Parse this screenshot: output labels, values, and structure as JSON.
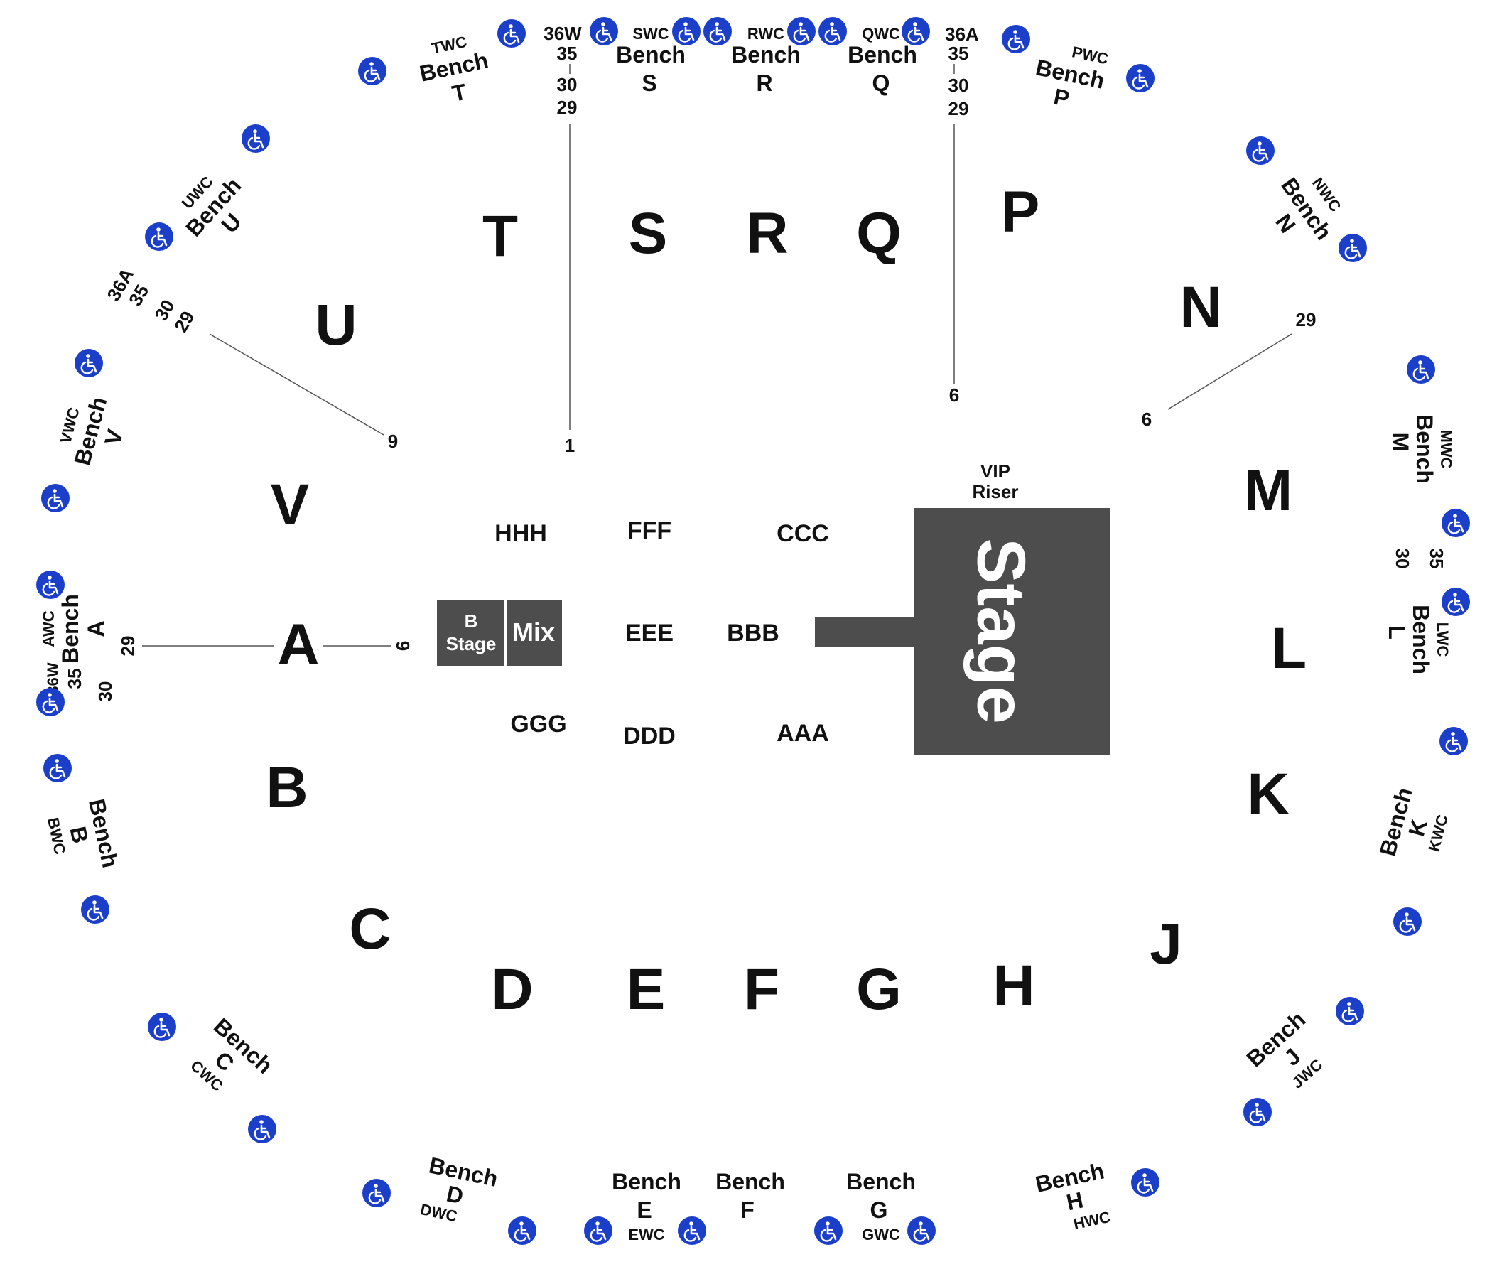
{
  "colors": {
    "stage_fill": "#4d4d4d",
    "wheelchair_blue": "#1b3fc9",
    "text": "#111111",
    "background": "#ffffff"
  },
  "stage": {
    "label": "Stage",
    "vip_line1": "VIP",
    "vip_line2": "Riser"
  },
  "b_stage": {
    "line1": "B",
    "line2": "Stage",
    "mix": "Mix"
  },
  "sections": {
    "T": "T",
    "S": "S",
    "R": "R",
    "Q": "Q",
    "P": "P",
    "N": "N",
    "U": "U",
    "V": "V",
    "A": "A",
    "B": "B",
    "C": "C",
    "D": "D",
    "E": "E",
    "F": "F",
    "G": "G",
    "H": "H",
    "J": "J",
    "K": "K",
    "L": "L",
    "M": "M"
  },
  "floor": {
    "HHH": "HHH",
    "FFF": "FFF",
    "CCC": "CCC",
    "EEE": "EEE",
    "BBB": "BBB",
    "GGG": "GGG",
    "DDD": "DDD",
    "AAA": "AAA"
  },
  "benches": {
    "bench_word": "Bench",
    "T": {
      "letter": "T",
      "wc": "TWC"
    },
    "S": {
      "letter": "S",
      "wc": "SWC"
    },
    "R": {
      "letter": "R",
      "wc": "RWC"
    },
    "Q": {
      "letter": "Q",
      "wc": "QWC"
    },
    "P": {
      "letter": "P",
      "wc": "PWC"
    },
    "N": {
      "letter": "N",
      "wc": "NWC"
    },
    "M": {
      "letter": "M",
      "wc": "MWC"
    },
    "L": {
      "letter": "L",
      "wc": "LWC"
    },
    "K": {
      "letter": "K",
      "wc": "KWC"
    },
    "J": {
      "letter": "J",
      "wc": "JWC"
    },
    "H": {
      "letter": "H",
      "wc": "HWC"
    },
    "G": {
      "letter": "G",
      "wc": "GWC"
    },
    "F": {
      "letter": "F",
      "wc": ""
    },
    "E": {
      "letter": "E",
      "wc": "EWC"
    },
    "D": {
      "letter": "D",
      "wc": "DWC"
    },
    "C": {
      "letter": "C",
      "wc": "CWC"
    },
    "B": {
      "letter": "B",
      "wc": "BWC"
    },
    "A": {
      "letter": "A",
      "wc": "AWC"
    },
    "V": {
      "letter": "V",
      "wc": "VWC"
    },
    "U": {
      "letter": "U",
      "wc": "UWC"
    }
  },
  "rows": {
    "top_left": {
      "r36": "36W",
      "r35": "35",
      "r30": "30",
      "r29": "29",
      "r1": "1"
    },
    "top_right": {
      "r36": "36A",
      "r35": "35",
      "r30": "30",
      "r29": "29",
      "r6": "6"
    },
    "u": {
      "r36": "36A",
      "r35": "35",
      "r30": "30",
      "r29": "29",
      "r9": "9"
    },
    "n": {
      "r29": "29",
      "r6": "6"
    },
    "a": {
      "r36": "36W",
      "r35": "35",
      "r30": "30",
      "r29": "29",
      "r9": "9"
    },
    "l": {
      "r35": "35",
      "r30": "30"
    }
  }
}
